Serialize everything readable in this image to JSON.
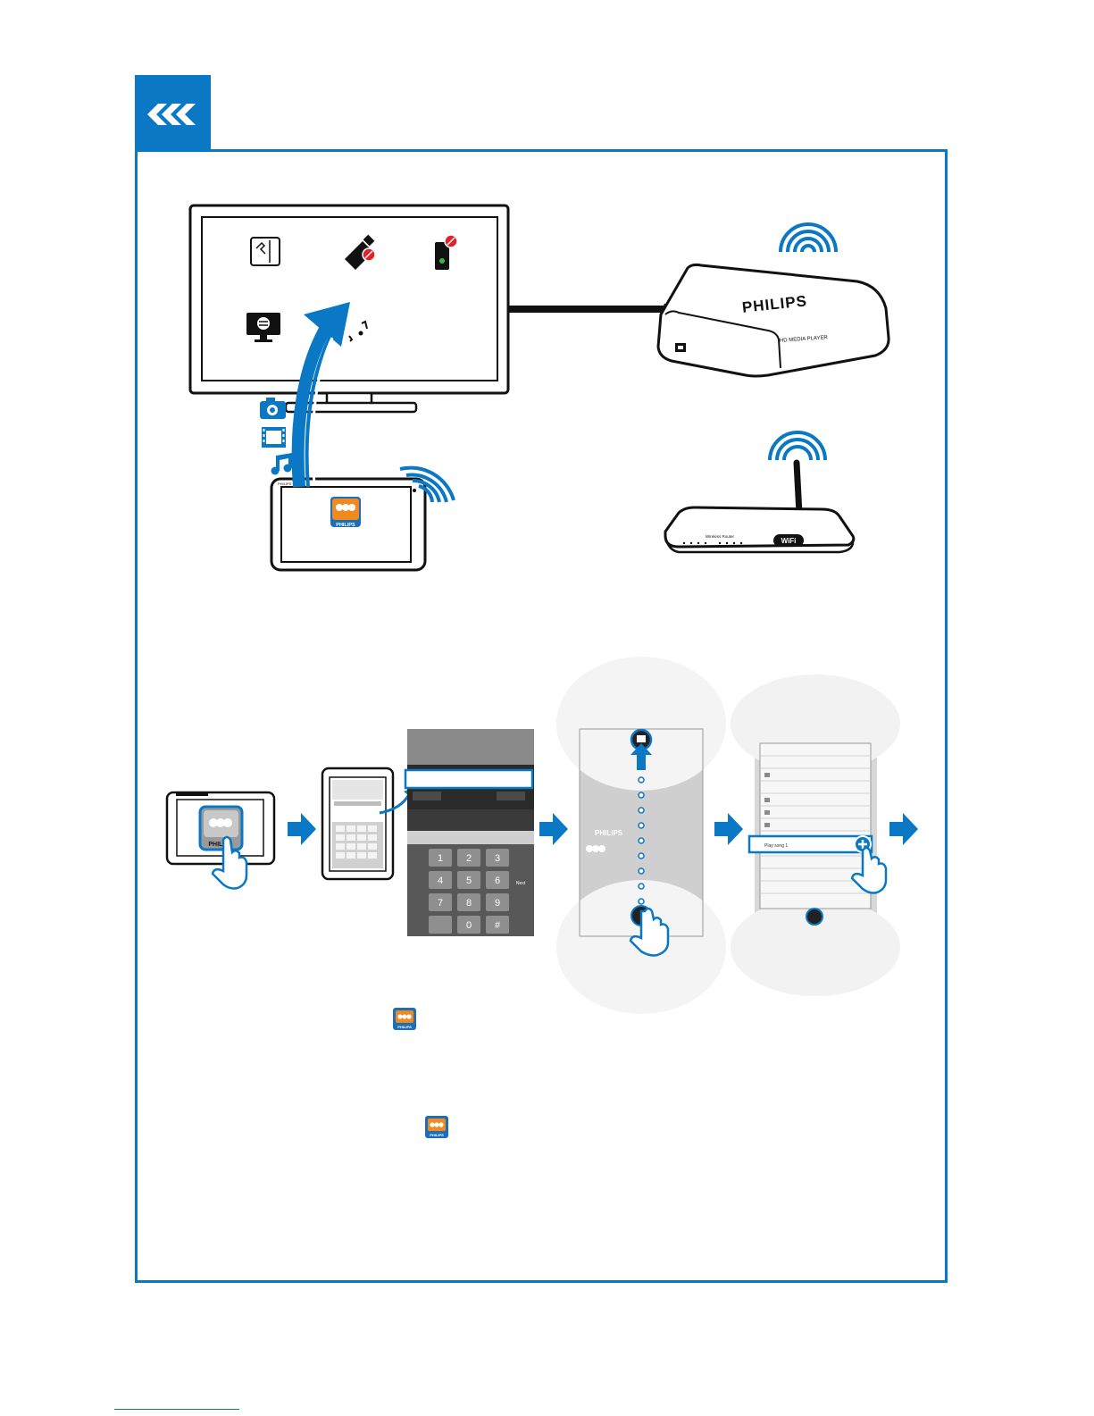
{
  "header": {
    "logo_icon": "philips-mediaconnect-logo-icon"
  },
  "colors": {
    "accent": "#0a78c4",
    "app_icon_orange": "#f08a1e",
    "ink": "#111111"
  },
  "tv": {
    "icons": [
      "sd-card-icon",
      "usb-drive-icon",
      "hdd-icon",
      "network-monitor-icon",
      "media-server-icon"
    ]
  },
  "media_player": {
    "brand": "PHILIPS",
    "model": "HD MEDIA PLAYER"
  },
  "router": {
    "front_text": "Wireless Router",
    "wifi_badge": "WiFi"
  },
  "tablet": {
    "brand": "PHILIPS",
    "app_label": "PHILIPS"
  },
  "media_types": [
    "camera-icon",
    "film-icon",
    "music-note-icon"
  ],
  "steps": {
    "tablet_app_label": "PHILIPS",
    "keyboard_keys": [
      "1",
      "2",
      "3",
      "4",
      "5",
      "6",
      "7",
      "8",
      "9",
      "0",
      "#"
    ],
    "keypad_side": [
      "Next"
    ],
    "swipe_brand": "PHILIPS",
    "playlist_selected": "Play song 1"
  },
  "instructions": {
    "line1_icon": "philips-app-icon",
    "line2_icon": "philips-app-icon",
    "app_icon_label": "PHILIPS"
  }
}
